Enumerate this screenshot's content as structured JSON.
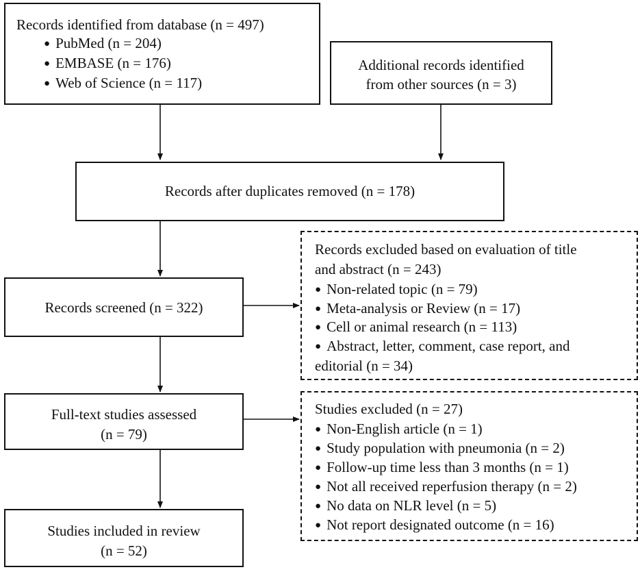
{
  "boxes": {
    "database": {
      "title": "Records identified from database (n = 497)",
      "items": [
        "PubMed (n = 204)",
        "EMBASE (n = 176)",
        "Web of Science (n = 117)"
      ]
    },
    "other_sources": {
      "line1": "Additional records identified",
      "line2": "from other sources (n = 3)"
    },
    "duplicates_removed": {
      "text": "Records after duplicates removed (n = 178)"
    },
    "screened": {
      "text": "Records screened (n = 322)"
    },
    "excluded_title_abstract": {
      "line1": "Records excluded based on evaluation of title",
      "line2": "and abstract (n = 243)",
      "items": [
        "Non-related topic (n = 79)",
        "Meta-analysis or Review (n = 17)",
        "Cell or animal research (n = 113)",
        "Abstract, letter, comment, case report, and"
      ],
      "continuation": "editorial (n = 34)"
    },
    "full_text": {
      "line1": "Full-text studies assessed",
      "line2": "(n = 79)"
    },
    "studies_excluded": {
      "title": "Studies excluded (n = 27)",
      "items": [
        "Non-English article (n = 1)",
        "Study population with pneumonia (n = 2)",
        "Follow-up time less than 3 months (n = 1)",
        "Not all received reperfusion therapy (n = 2)",
        "No data on NLR level (n = 5)",
        "Not report designated outcome (n = 16)"
      ]
    },
    "included": {
      "line1": "Studies included in review",
      "line2": "(n = 52)"
    }
  }
}
